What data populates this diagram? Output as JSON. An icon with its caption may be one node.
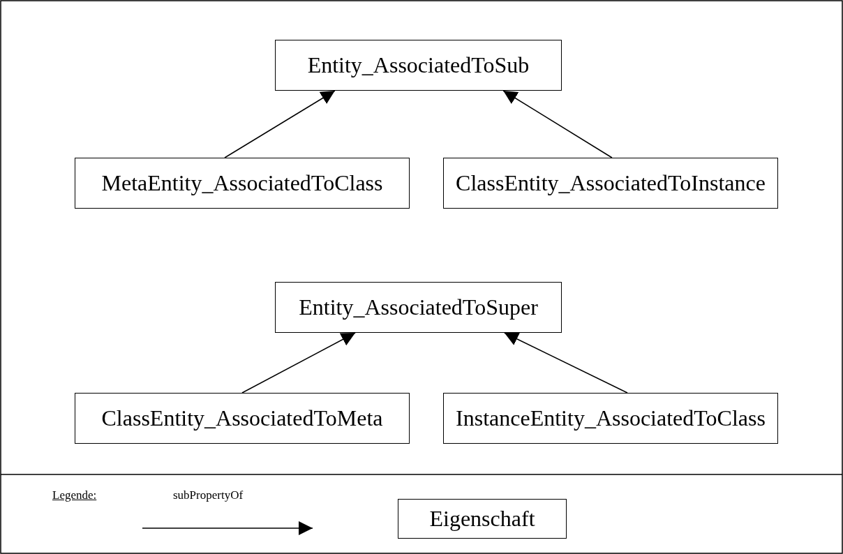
{
  "diagram": {
    "nodes": [
      {
        "text": [
          "Entity_AssociatedToSub"
        ]
      },
      {
        "text": [
          "MetaEntity_AssociatedToClass"
        ]
      },
      {
        "text": [
          "ClassEntity_AssociatedToInstance"
        ]
      },
      {
        "text": [
          "Entity_AssociatedToSuper"
        ]
      },
      {
        "text": [
          "ClassEntity_AssociatedToMeta"
        ]
      },
      {
        "text": [
          "InstanceEntity_AssociatedToClass"
        ]
      },
      {
        "text": [
          "Eigenschaft"
        ]
      }
    ],
    "edges": [
      {
        "from": 1,
        "to": 0,
        "arrow": "to"
      },
      {
        "from": 2,
        "to": 0,
        "arrow": "to"
      },
      {
        "from": 4,
        "to": 3,
        "arrow": "to"
      },
      {
        "from": 5,
        "to": 3,
        "arrow": "to"
      }
    ],
    "labels": [
      "Legende:"
    ],
    "legend": [
      {
        "text": "subPropertyOf"
      }
    ]
  }
}
